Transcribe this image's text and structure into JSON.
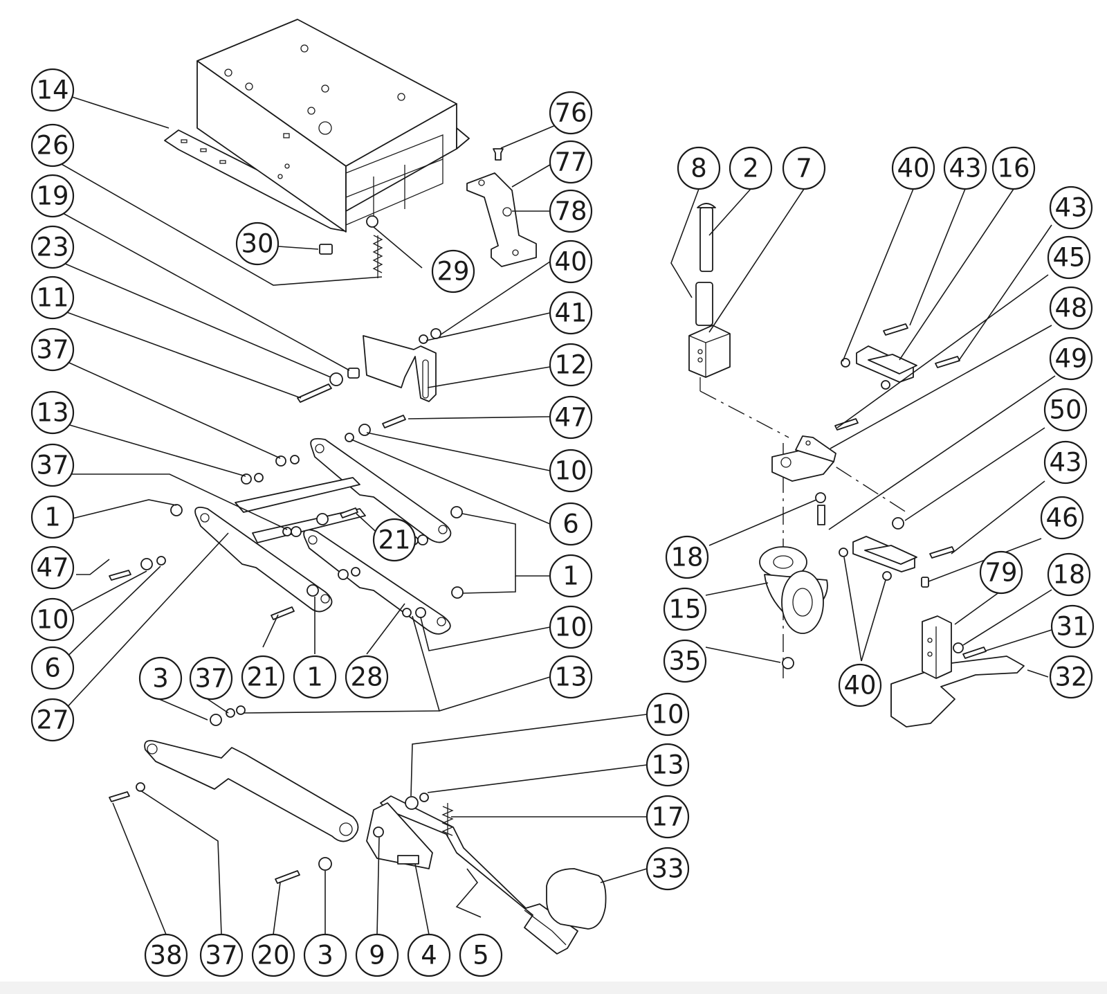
{
  "callouts": [
    {
      "id": "c14",
      "label": "14"
    },
    {
      "id": "c26",
      "label": "26"
    },
    {
      "id": "c19",
      "label": "19"
    },
    {
      "id": "c23",
      "label": "23"
    },
    {
      "id": "c11",
      "label": "11"
    },
    {
      "id": "c37a",
      "label": "37"
    },
    {
      "id": "c13a",
      "label": "13"
    },
    {
      "id": "c37b",
      "label": "37"
    },
    {
      "id": "c1a",
      "label": "1"
    },
    {
      "id": "c47a",
      "label": "47"
    },
    {
      "id": "c10a",
      "label": "10"
    },
    {
      "id": "c6a",
      "label": "6"
    },
    {
      "id": "c27",
      "label": "27"
    },
    {
      "id": "c76",
      "label": "76"
    },
    {
      "id": "c77",
      "label": "77"
    },
    {
      "id": "c78",
      "label": "78"
    },
    {
      "id": "c30",
      "label": "30"
    },
    {
      "id": "c29",
      "label": "29"
    },
    {
      "id": "c40a",
      "label": "40"
    },
    {
      "id": "c41",
      "label": "41"
    },
    {
      "id": "c12",
      "label": "12"
    },
    {
      "id": "c47b",
      "label": "47"
    },
    {
      "id": "c10b",
      "label": "10"
    },
    {
      "id": "c6b",
      "label": "6"
    },
    {
      "id": "c21a",
      "label": "21"
    },
    {
      "id": "c1b",
      "label": "1"
    },
    {
      "id": "c21b",
      "label": "21"
    },
    {
      "id": "c1c",
      "label": "1"
    },
    {
      "id": "c28",
      "label": "28"
    },
    {
      "id": "c10c",
      "label": "10"
    },
    {
      "id": "c13b",
      "label": "13"
    },
    {
      "id": "c3a",
      "label": "3"
    },
    {
      "id": "c37c",
      "label": "37"
    },
    {
      "id": "c10d",
      "label": "10"
    },
    {
      "id": "c13c",
      "label": "13"
    },
    {
      "id": "c17",
      "label": "17"
    },
    {
      "id": "c33",
      "label": "33"
    },
    {
      "id": "c38",
      "label": "38"
    },
    {
      "id": "c37d",
      "label": "37"
    },
    {
      "id": "c20",
      "label": "20"
    },
    {
      "id": "c3b",
      "label": "3"
    },
    {
      "id": "c9",
      "label": "9"
    },
    {
      "id": "c4",
      "label": "4"
    },
    {
      "id": "c5",
      "label": "5"
    },
    {
      "id": "c8",
      "label": "8"
    },
    {
      "id": "c2",
      "label": "2"
    },
    {
      "id": "c7",
      "label": "7"
    },
    {
      "id": "c40b",
      "label": "40"
    },
    {
      "id": "c43a",
      "label": "43"
    },
    {
      "id": "c16",
      "label": "16"
    },
    {
      "id": "c43b",
      "label": "43"
    },
    {
      "id": "c45",
      "label": "45"
    },
    {
      "id": "c48",
      "label": "48"
    },
    {
      "id": "c49",
      "label": "49"
    },
    {
      "id": "c50",
      "label": "50"
    },
    {
      "id": "c43c",
      "label": "43"
    },
    {
      "id": "c46",
      "label": "46"
    },
    {
      "id": "c79",
      "label": "79"
    },
    {
      "id": "c18a",
      "label": "18"
    },
    {
      "id": "c18b",
      "label": "18"
    },
    {
      "id": "c15",
      "label": "15"
    },
    {
      "id": "c35",
      "label": "35"
    },
    {
      "id": "c31",
      "label": "31"
    },
    {
      "id": "c32",
      "label": "32"
    },
    {
      "id": "c40c",
      "label": "40"
    }
  ]
}
